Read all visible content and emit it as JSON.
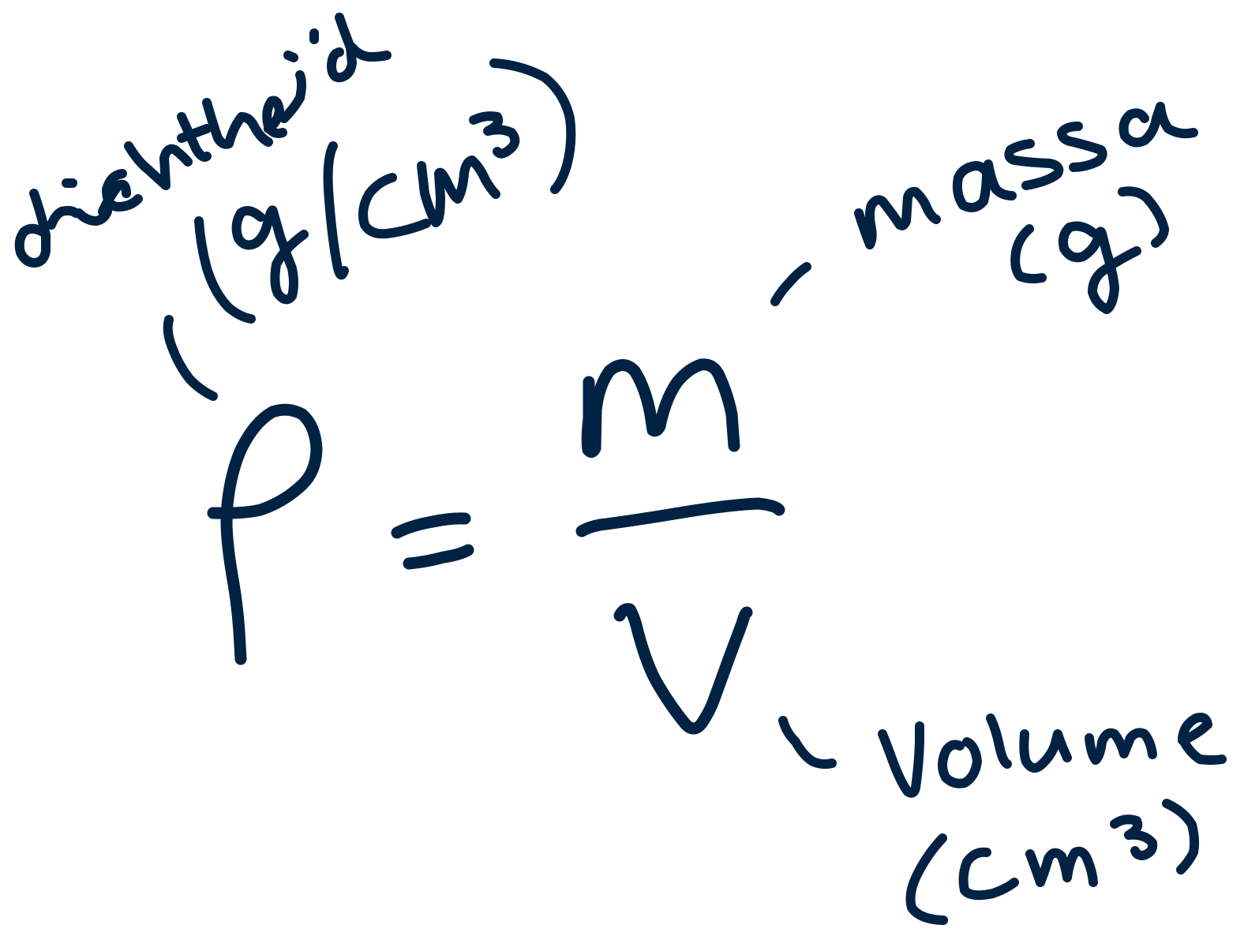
{
  "diagram": {
    "type": "handwritten-formula",
    "language": "nl",
    "ink_color": "#022243",
    "background": "#ffffff",
    "formula": {
      "lhs": "ρ",
      "equals": "=",
      "numerator": "m",
      "denominator": "V",
      "full": "ρ = m / V"
    },
    "annotations": [
      {
        "id": "density",
        "points_to": "ρ",
        "label": "dichtheid",
        "unit": "(g/cm³)"
      },
      {
        "id": "mass",
        "points_to": "m",
        "label": "massa",
        "unit": "(g)"
      },
      {
        "id": "volume",
        "points_to": "V",
        "label": "Volume",
        "unit": "(cm³)"
      }
    ]
  }
}
